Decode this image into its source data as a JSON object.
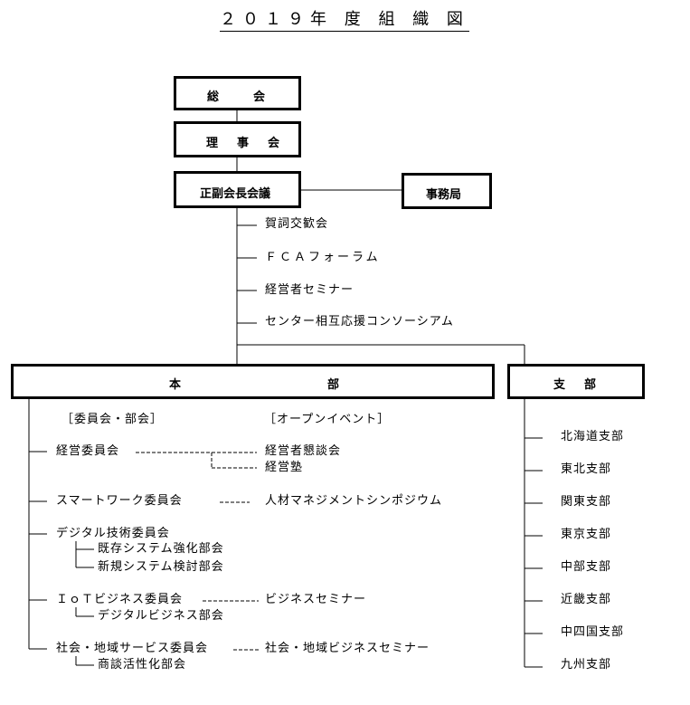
{
  "title": "２０１９年 度 組 織 図",
  "boxes": {
    "general_assembly": "総　　会",
    "board": "理　事　会",
    "presidents_meeting": "正副会長会議",
    "secretariat": "事務局",
    "headquarters": "本",
    "headquarters_2": "部",
    "branches": "支　部"
  },
  "presidents_events": [
    "賀詞交歓会",
    "ＦＣＡフォーラム",
    "経営者セミナー",
    "センター相互応援コンソーシアム"
  ],
  "hq_headers": {
    "committees": "［委員会・部会］",
    "open_events": "［オープンイベント］"
  },
  "committees": [
    {
      "name": "経営委員会",
      "events": [
        "経営者懇談会",
        "経営塾"
      ]
    },
    {
      "name": "スマートワーク委員会",
      "events": [
        "人材マネジメントシンポジウム"
      ]
    },
    {
      "name": "デジタル技術委員会",
      "subs": [
        "既存システム強化部会",
        "新規システム検討部会"
      ]
    },
    {
      "name": "ＩｏＴビジネス委員会",
      "subs": [
        "デジタルビジネス部会"
      ],
      "events": [
        "ビジネスセミナー"
      ]
    },
    {
      "name": "社会・地域サービス委員会",
      "subs": [
        "商談活性化部会"
      ],
      "events": [
        "社会・地域ビジネスセミナー"
      ]
    }
  ],
  "branch_list": [
    "北海道支部",
    "東北支部",
    "関東支部",
    "東京支部",
    "中部支部",
    "近畿支部",
    "中四国支部",
    "九州支部"
  ]
}
